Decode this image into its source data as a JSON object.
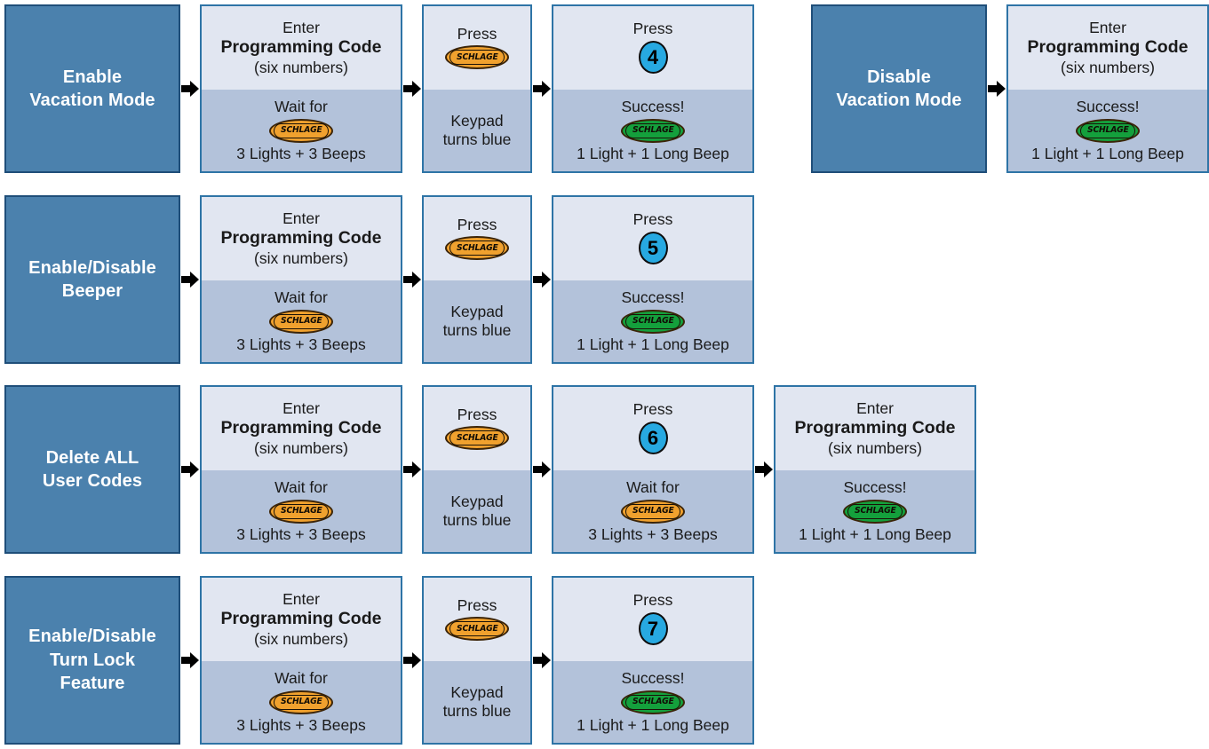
{
  "colors": {
    "title_box_fill": "#4b81ad",
    "title_box_border": "#1f4e79",
    "step_box_border": "#2e74a6",
    "step_top_fill": "#e1e6f1",
    "step_bottom_fill": "#b3c2da",
    "schlage_orange": "#f0a12e",
    "schlage_green": "#14a03c",
    "badge_blue": "#27a9e1",
    "arrow_black": "#000000",
    "page_background": "#ffffff"
  },
  "labels": {
    "enter": "Enter",
    "programming_code": "Programming Code",
    "six_numbers": "(six numbers)",
    "wait_for": "Wait for",
    "press": "Press",
    "success": "Success!",
    "three_lights_three_beeps": "3 Lights + 3 Beeps",
    "one_light_one_long_beep": "1 Light + 1 Long Beep",
    "keypad_turns_blue_1": "Keypad",
    "keypad_turns_blue_2": "turns blue",
    "schlage_wordmark": "SCHLAGE"
  },
  "rows": [
    {
      "title_lines": [
        "Enable",
        "Vacation Mode"
      ],
      "title_name": "enable-vacation-mode",
      "steps": [
        {
          "kind": "code-wait",
          "top": [
            "Enter",
            "Programming Code",
            "(six numbers)"
          ],
          "bottom_label": "Wait for",
          "bottom_logo": "orange",
          "bottom_result": "3 Lights + 3 Beeps"
        },
        {
          "kind": "press-logo",
          "top_label": "Press",
          "top_logo": "orange",
          "bottom": [
            "Keypad",
            "turns blue"
          ]
        },
        {
          "kind": "press-number",
          "top_label": "Press",
          "number": "4",
          "bottom_label": "Success!",
          "bottom_logo": "green",
          "bottom_result": "1 Light + 1 Long Beep"
        }
      ],
      "second_group": {
        "title_lines": [
          "Disable",
          "Vacation Mode"
        ],
        "title_name": "disable-vacation-mode",
        "steps": [
          {
            "kind": "code-success",
            "top": [
              "Enter",
              "Programming Code",
              "(six numbers)"
            ],
            "bottom_label": "Success!",
            "bottom_logo": "green",
            "bottom_result": "1 Light + 1 Long Beep"
          }
        ]
      }
    },
    {
      "title_lines": [
        "Enable/Disable",
        "Beeper"
      ],
      "title_name": "enable-disable-beeper",
      "steps": [
        {
          "kind": "code-wait",
          "top": [
            "Enter",
            "Programming Code",
            "(six numbers)"
          ],
          "bottom_label": "Wait for",
          "bottom_logo": "orange",
          "bottom_result": "3 Lights + 3 Beeps"
        },
        {
          "kind": "press-logo",
          "top_label": "Press",
          "top_logo": "orange",
          "bottom": [
            "Keypad",
            "turns blue"
          ]
        },
        {
          "kind": "press-number",
          "top_label": "Press",
          "number": "5",
          "bottom_label": "Success!",
          "bottom_logo": "green",
          "bottom_result": "1 Light + 1 Long Beep"
        }
      ]
    },
    {
      "title_lines": [
        "Delete ALL",
        "User Codes"
      ],
      "title_name": "delete-all-user-codes",
      "steps": [
        {
          "kind": "code-wait",
          "top": [
            "Enter",
            "Programming Code",
            "(six numbers)"
          ],
          "bottom_label": "Wait for",
          "bottom_logo": "orange",
          "bottom_result": "3 Lights + 3 Beeps"
        },
        {
          "kind": "press-logo",
          "top_label": "Press",
          "top_logo": "orange",
          "bottom": [
            "Keypad",
            "turns blue"
          ]
        },
        {
          "kind": "press-number-wait",
          "top_label": "Press",
          "number": "6",
          "bottom_label": "Wait for",
          "bottom_logo": "orange",
          "bottom_result": "3 Lights + 3 Beeps"
        },
        {
          "kind": "code-success",
          "top": [
            "Enter",
            "Programming Code",
            "(six numbers)"
          ],
          "bottom_label": "Success!",
          "bottom_logo": "green",
          "bottom_result": "1 Light + 1 Long Beep"
        }
      ]
    },
    {
      "title_lines": [
        "Enable/Disable",
        "Turn Lock",
        "Feature"
      ],
      "title_name": "enable-disable-turn-lock-feature",
      "steps": [
        {
          "kind": "code-wait",
          "top": [
            "Enter",
            "Programming Code",
            "(six numbers)"
          ],
          "bottom_label": "Wait for",
          "bottom_logo": "orange",
          "bottom_result": "3 Lights + 3 Beeps"
        },
        {
          "kind": "press-logo",
          "top_label": "Press",
          "top_logo": "orange",
          "bottom": [
            "Keypad",
            "turns blue"
          ]
        },
        {
          "kind": "press-number",
          "top_label": "Press",
          "number": "7",
          "bottom_label": "Success!",
          "bottom_logo": "green",
          "bottom_result": "1 Light + 1 Long Beep"
        }
      ]
    }
  ]
}
